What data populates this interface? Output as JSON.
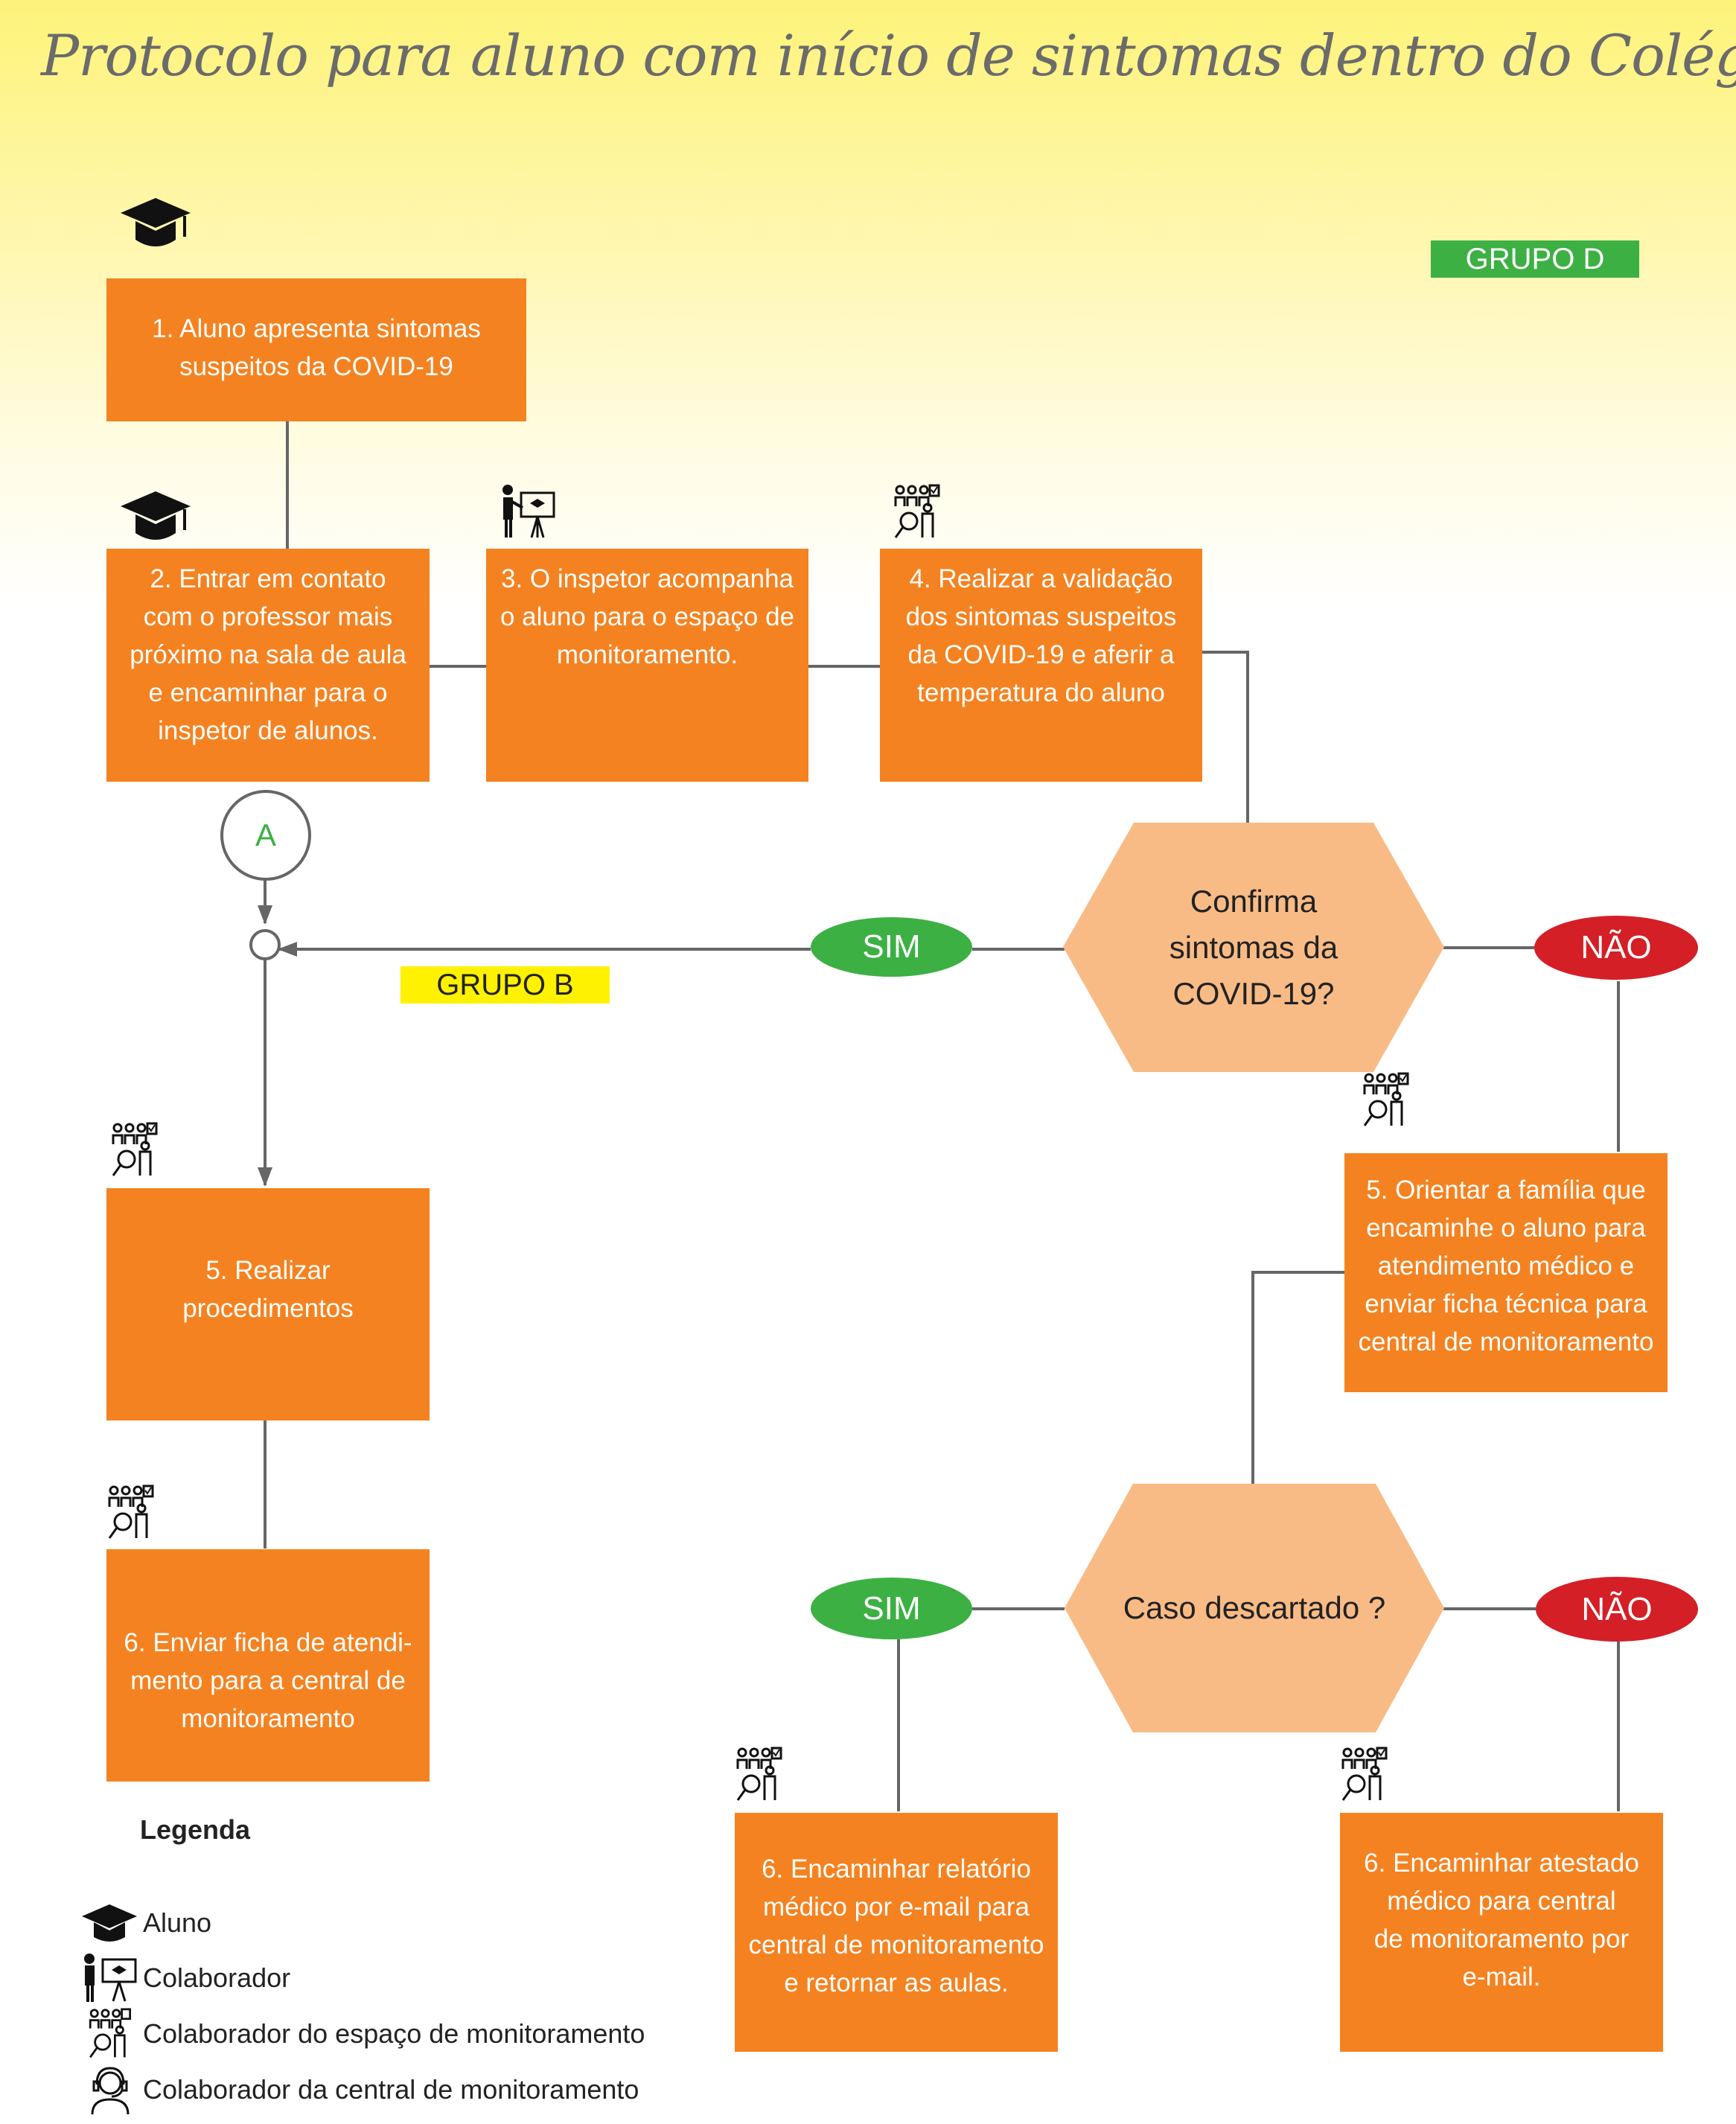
{
  "title": "Protocolo para aluno com início de sintomas dentro do Colégio",
  "tags": {
    "grupo_d": "GRUPO D",
    "grupo_b": "GRUPO B"
  },
  "connector": {
    "label": "A"
  },
  "steps": {
    "s1": [
      "1. Aluno apresenta sintomas",
      "suspeitos da COVID-19"
    ],
    "s2": [
      "2. Entrar em contato",
      "com o professor mais",
      "próximo na sala de aula",
      "e encaminhar para o",
      "inspetor de alunos."
    ],
    "s3": [
      "3. O inspetor acompanha",
      "o aluno para o espaço de",
      "monitoramento."
    ],
    "s4": [
      "4. Realizar a validação",
      "dos sintomas suspeitos",
      "da COVID-19 e aferir a",
      "temperatura do aluno"
    ],
    "s5a": [
      "5. Realizar",
      "procedimentos"
    ],
    "s5b": [
      "5. Orientar a família que",
      "encaminhe o aluno para",
      "atendimento médico e",
      "enviar ficha técnica para",
      "central de monitoramento"
    ],
    "s6a": [
      "6. Enviar ficha de atendi-",
      "mento para a central de",
      "monitoramento"
    ],
    "s6b": [
      "6. Encaminhar relatório",
      "médico por e-mail para",
      "central de monitoramento",
      "e retornar as aulas."
    ],
    "s6c": [
      "6. Encaminhar atestado",
      "médico para central",
      "de monitoramento por",
      "e-mail."
    ]
  },
  "decisions": {
    "d1": [
      "Confirma",
      "sintomas da",
      "COVID-19?"
    ],
    "d2": [
      "Caso descartado ?"
    ]
  },
  "answers": {
    "yes": "SIM",
    "no": "NÃO"
  },
  "legend": {
    "title": "Legenda",
    "items": [
      {
        "icon": "graduation-cap-icon",
        "label": "Aluno"
      },
      {
        "icon": "presenter-icon",
        "label": "Colaborador"
      },
      {
        "icon": "team-inspect-icon",
        "label": "Colaborador do espaço de monitoramento"
      },
      {
        "icon": "headset-icon",
        "label": "Colaborador da central de monitoramento"
      }
    ]
  },
  "colors": {
    "box": "#f58220",
    "decision": "#f9bb85",
    "yes": "#3cb043",
    "no": "#d41f26",
    "grupo_d": "#3cb043",
    "grupo_b": "#fff200",
    "line": "#666666"
  }
}
